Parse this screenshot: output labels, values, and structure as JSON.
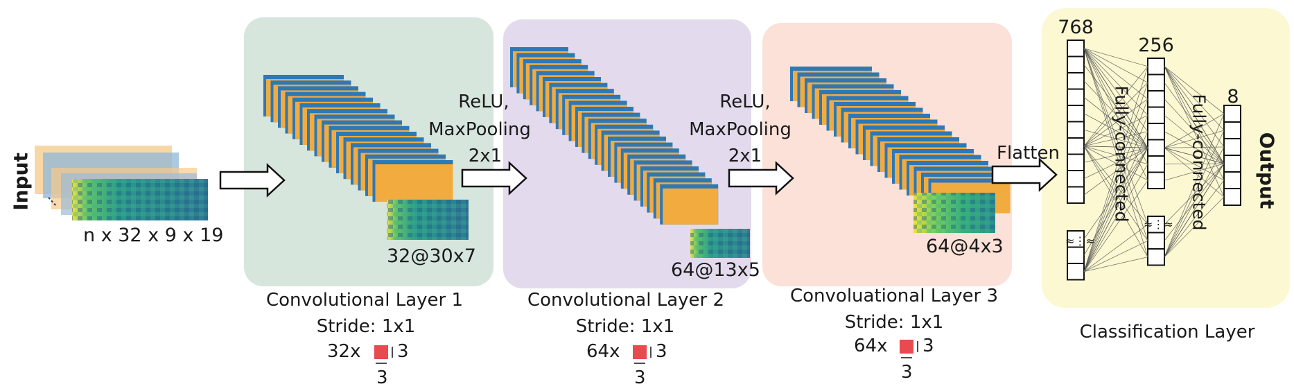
{
  "input": {
    "label": "Input",
    "dims": "n x 32 x 9 x 19"
  },
  "layers": [
    {
      "title": "Convolutional Layer 1",
      "stride": "Stride: 1x1",
      "filters": "32x",
      "kernel_h": "3",
      "kernel_w": "3",
      "output": "32@30x7"
    },
    {
      "title": "Convolutional Layer 2",
      "stride": "Stride: 1x1",
      "filters": "64x",
      "kernel_h": "3",
      "kernel_w": "3",
      "output": "64@13x5"
    },
    {
      "title": "Convoluational Layer 3",
      "stride": "Stride: 1x1",
      "filters": "64x",
      "kernel_h": "3",
      "kernel_w": "3",
      "output": "64@4x3"
    }
  ],
  "transitions": [
    {
      "line1": "ReLU,",
      "line2": "MaxPooling",
      "line3": "2x1"
    },
    {
      "line1": "ReLU,",
      "line2": "MaxPooling",
      "line3": "2x1"
    }
  ],
  "flatten": "Flatten",
  "classifier": {
    "title": "Classification Layer",
    "layer_sizes": [
      "768",
      "256",
      "8"
    ],
    "connection_label": "Fully-connected",
    "ellipsis": "≈⋮≈",
    "output_label": "Output"
  },
  "colors": {
    "panel1": "#d6e6dc",
    "panel2": "#e3dbed",
    "panel3": "#fbe1d8",
    "panel4": "#fbf8d2",
    "map_blue": "#2e78b6",
    "map_orange": "#f2ab3e",
    "kernel_red": "#e84a4f"
  }
}
